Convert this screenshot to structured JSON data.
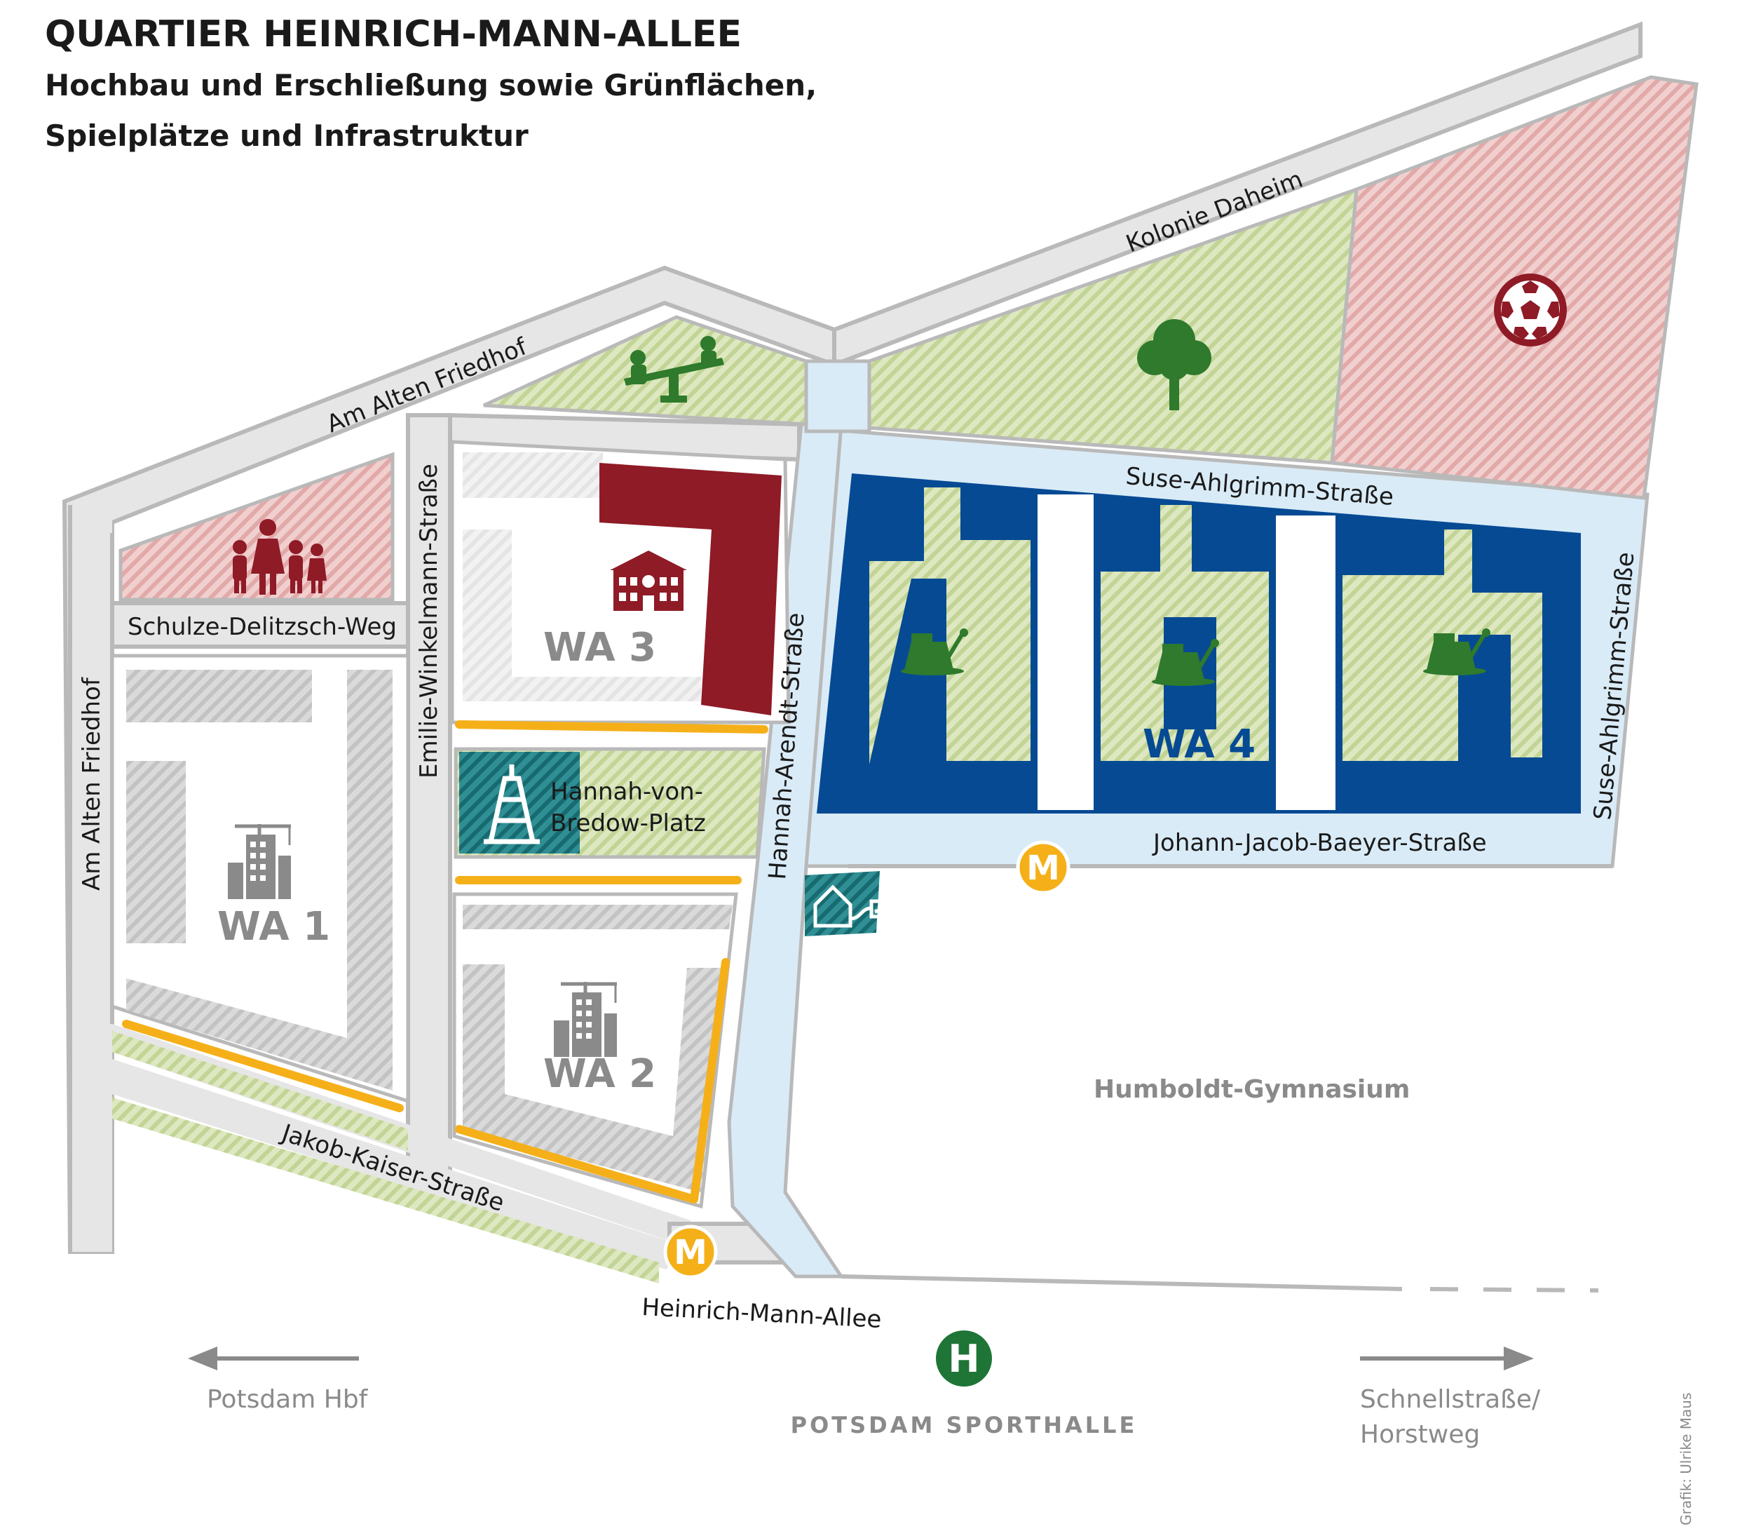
{
  "title": "QUARTIER HEINRICH-MANN-ALLEE",
  "subtitle_line1": "Hochbau und Erschließung sowie Grünflächen,",
  "subtitle_line2": "Spielplätze und Infrastruktur",
  "streets": {
    "am_alten_friedhof_top": "Am Alten Friedhof",
    "am_alten_friedhof_left": "Am Alten Friedhof",
    "kolonie_daheim": "Kolonie Daheim",
    "schulze_delitzsch_weg": "Schulze-Delitzsch-Weg",
    "emilie_winkelmann_strasse": "Emilie-Winkelmann-Straße",
    "hannah_arendt_strasse": "Hannah-Arendt-Straße",
    "suse_ahlgrimm_strasse_top": "Suse-Ahlgrimm-Straße",
    "suse_ahlgrimm_strasse_right": "Suse-Ahlgrimm-Straße",
    "johann_jacob_baeyer_strasse": "Johann-Jacob-Baeyer-Straße",
    "jakob_kaiser_strasse": "Jakob-Kaiser-Straße",
    "heinrich_mann_allee": "Heinrich-Mann-Allee"
  },
  "places": {
    "hannah_von_bredow_platz_line1": "Hannah-von-",
    "hannah_von_bredow_platz_line2": "Bredow-Platz",
    "humboldt_gymnasium": "Humboldt-Gymnasium"
  },
  "areas": {
    "wa1": "WA 1",
    "wa2": "WA 2",
    "wa3": "WA 3",
    "wa4": "WA 4"
  },
  "markers": {
    "mobility_hub": "M",
    "bus_stop": "H"
  },
  "bus_stop_name": "POTSDAM SPORTHALLE",
  "directions": {
    "left": "Potsdam Hbf",
    "right_line1": "Schnellstraße/",
    "right_line2": "Horstweg"
  },
  "credit": "Grafik: Ulrike Maus",
  "icons": [
    "family-icon",
    "playground-seesaw-icon",
    "tree-icon",
    "football-icon",
    "school-icon",
    "construction-building-icon",
    "sandbox-icon",
    "tower-icon",
    "energy-house-icon"
  ],
  "colors": {
    "road": "#e6e6e6",
    "road_outline": "#b9b9b9",
    "green": "#ccdca6",
    "red": "#e8b3b3",
    "blue_block": "#064a94",
    "light_blue": "#d9ebf7",
    "school_red": "#8e1b26",
    "icon_green": "#2f7a2c",
    "amber": "#f5b019",
    "gray_building": "#c7c7c7",
    "teal": "#1e7f86",
    "bus_green": "#1e7535"
  }
}
